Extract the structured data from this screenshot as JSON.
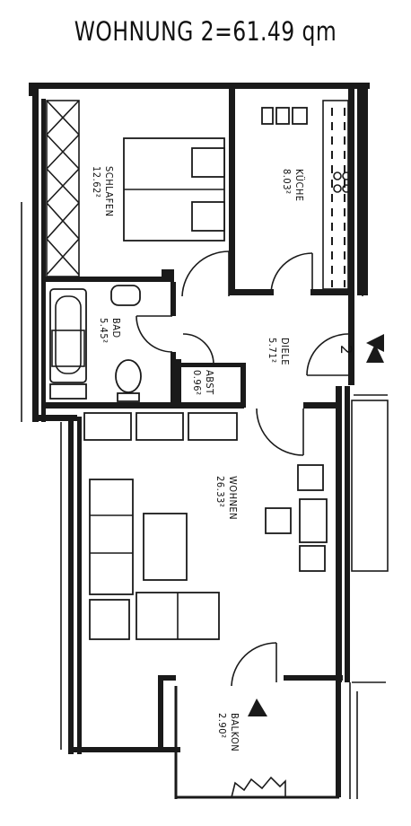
{
  "title": "WOHNUNG 2=61.49 qm",
  "rooms": {
    "schlafen": {
      "name": "SCHLAFEN",
      "area": "12.62²"
    },
    "kueche": {
      "name": "KÜCHE",
      "area": "8.03²"
    },
    "bad": {
      "name": "BAD",
      "area": "5.45²"
    },
    "abst": {
      "name": "ABST",
      "area": "0.96²"
    },
    "diele": {
      "name": "DIELE",
      "area": "5.71²"
    },
    "wohnen": {
      "name": "WOHNEN",
      "area": "26.33²"
    },
    "balkon": {
      "name": "BALKON",
      "area": "2.90²"
    }
  },
  "entrance_number": "2"
}
